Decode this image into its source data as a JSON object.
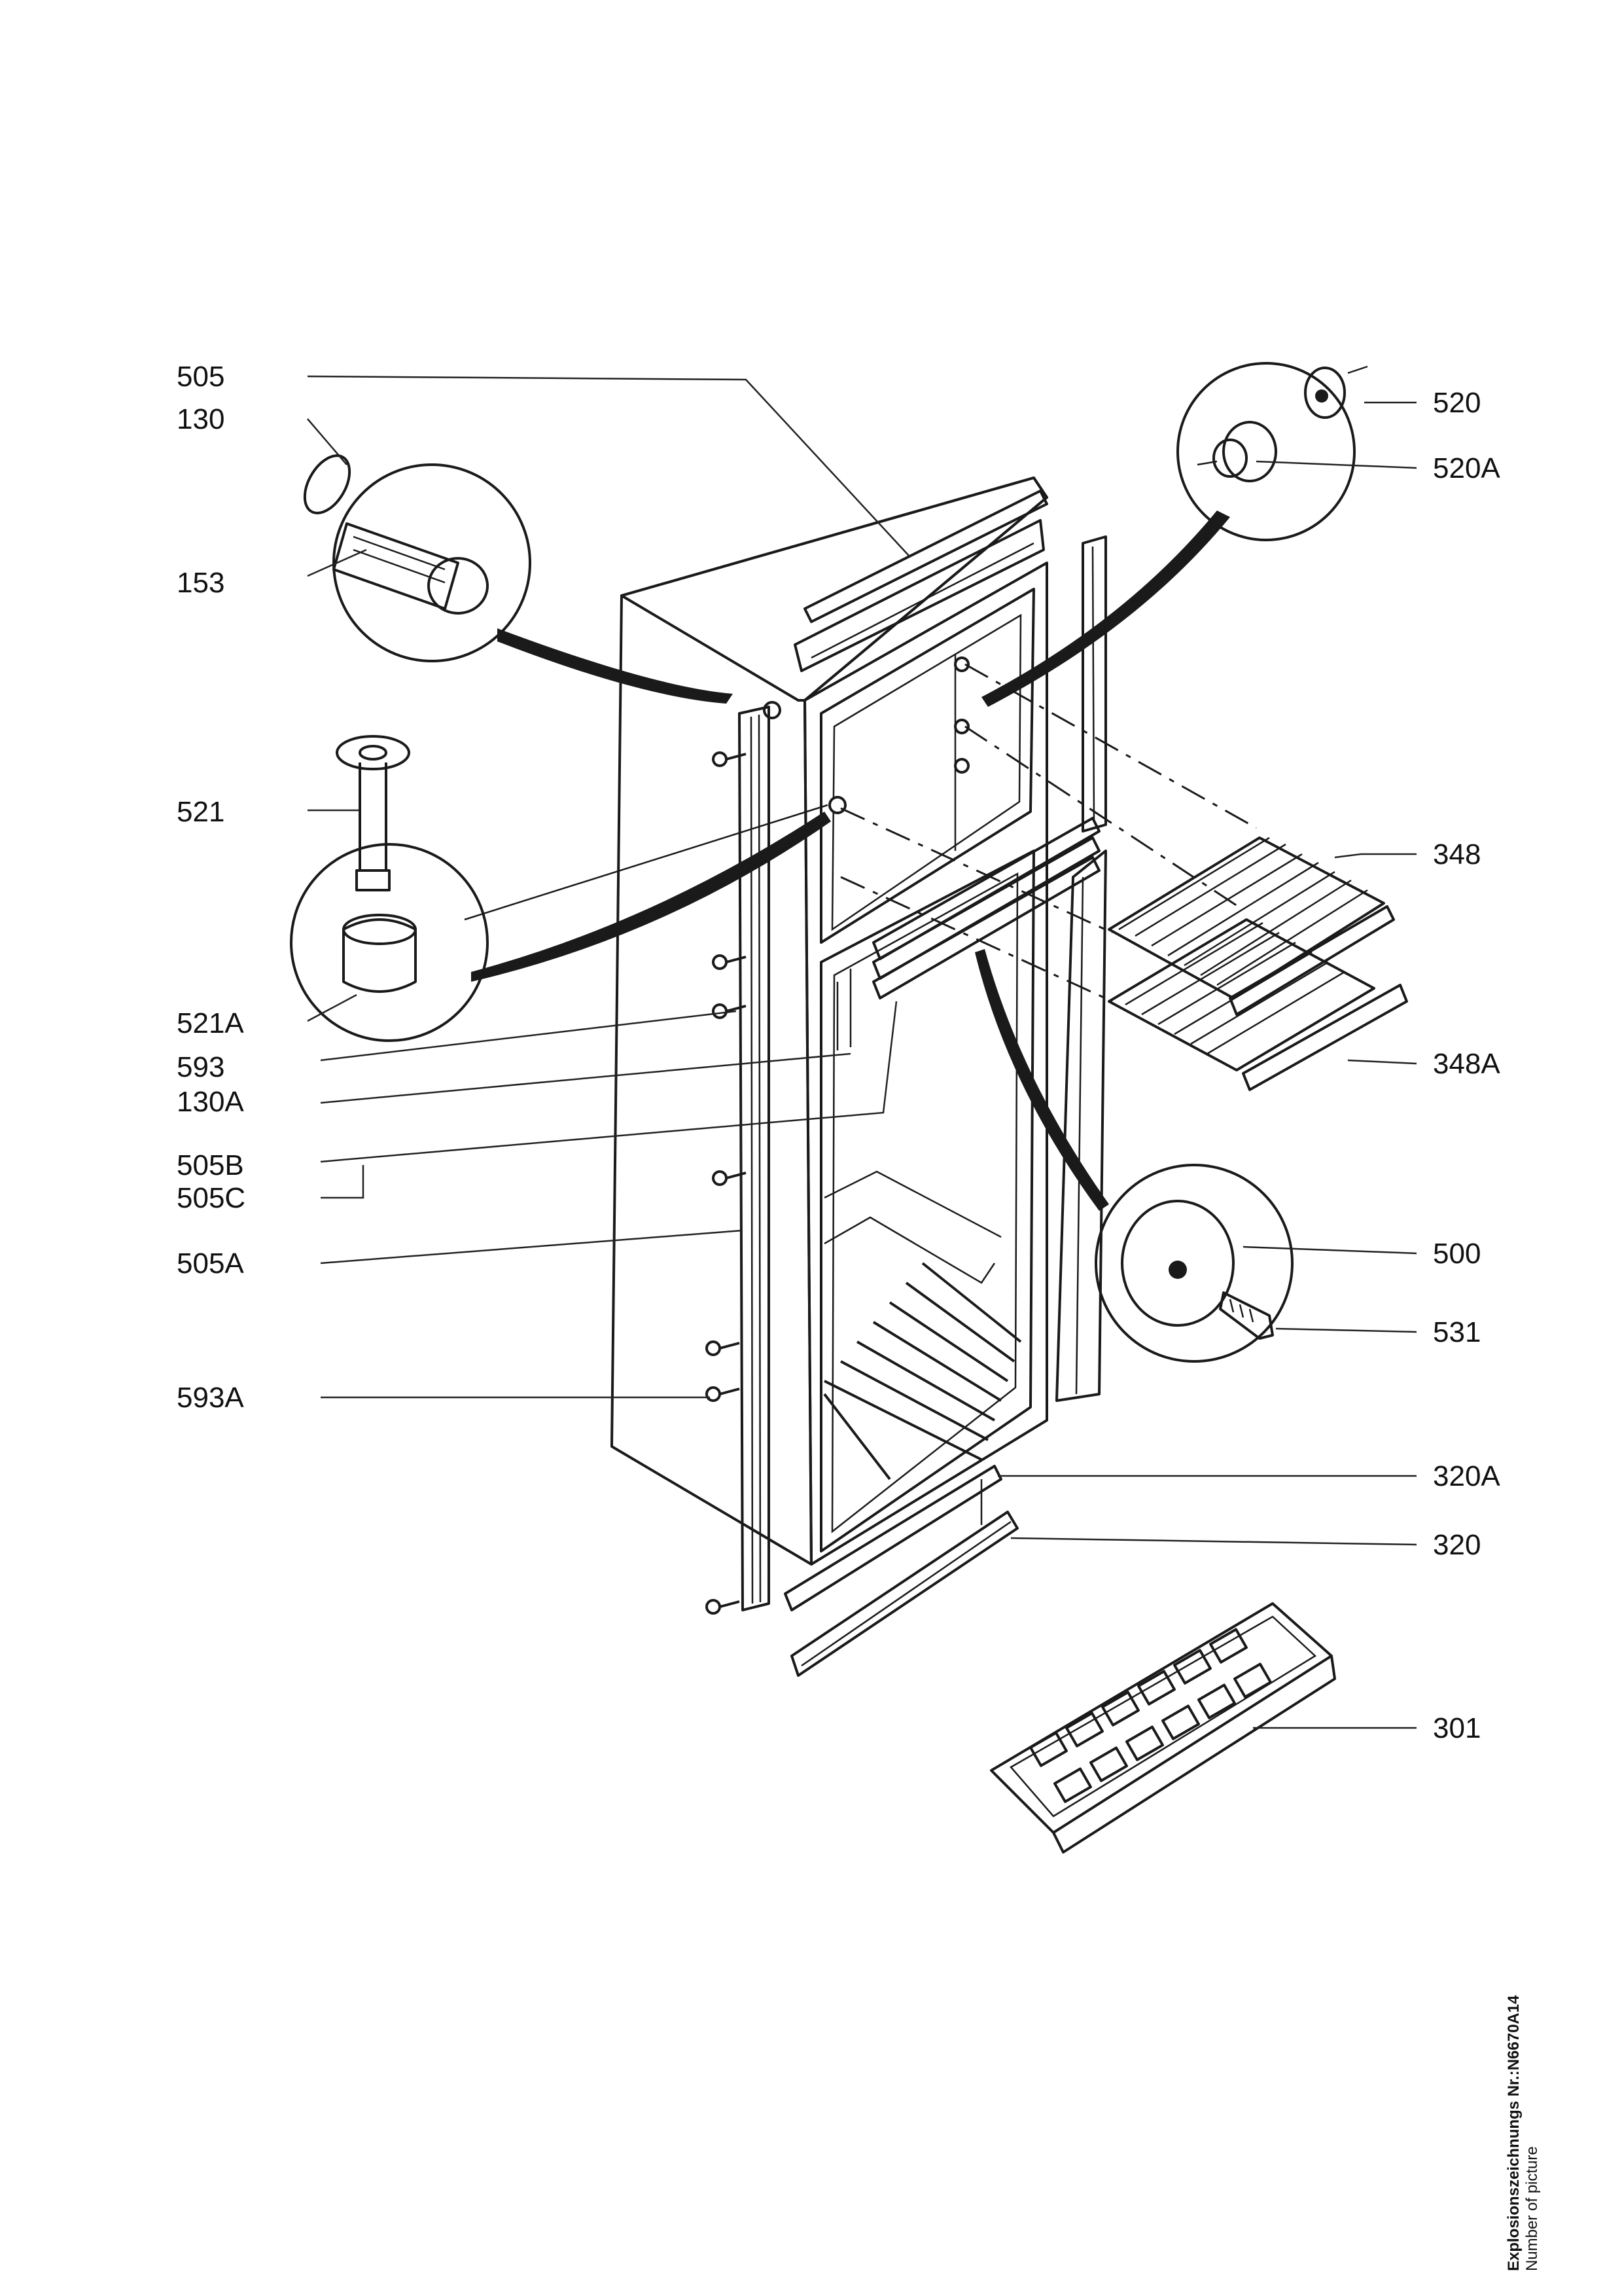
{
  "labels": [
    {
      "id": "505",
      "text": "505"
    },
    {
      "id": "130",
      "text": "130"
    },
    {
      "id": "153",
      "text": "153"
    },
    {
      "id": "521",
      "text": "521"
    },
    {
      "id": "521A",
      "text": "521A"
    },
    {
      "id": "593",
      "text": "593"
    },
    {
      "id": "130A",
      "text": "130A"
    },
    {
      "id": "505B",
      "text": "505B"
    },
    {
      "id": "505C",
      "text": "505C"
    },
    {
      "id": "505A",
      "text": "505A"
    },
    {
      "id": "593A",
      "text": "593A"
    },
    {
      "id": "520",
      "text": "520"
    },
    {
      "id": "520A",
      "text": "520A"
    },
    {
      "id": "348",
      "text": "348"
    },
    {
      "id": "348A",
      "text": "348A"
    },
    {
      "id": "500",
      "text": "500"
    },
    {
      "id": "531",
      "text": "531"
    },
    {
      "id": "320A",
      "text": "320A"
    },
    {
      "id": "320",
      "text": "320"
    },
    {
      "id": "301",
      "text": "301"
    }
  ],
  "caption": {
    "line1": "Explosionszeichnungs Nr.:N6670A14",
    "line2": "Number of picture"
  }
}
